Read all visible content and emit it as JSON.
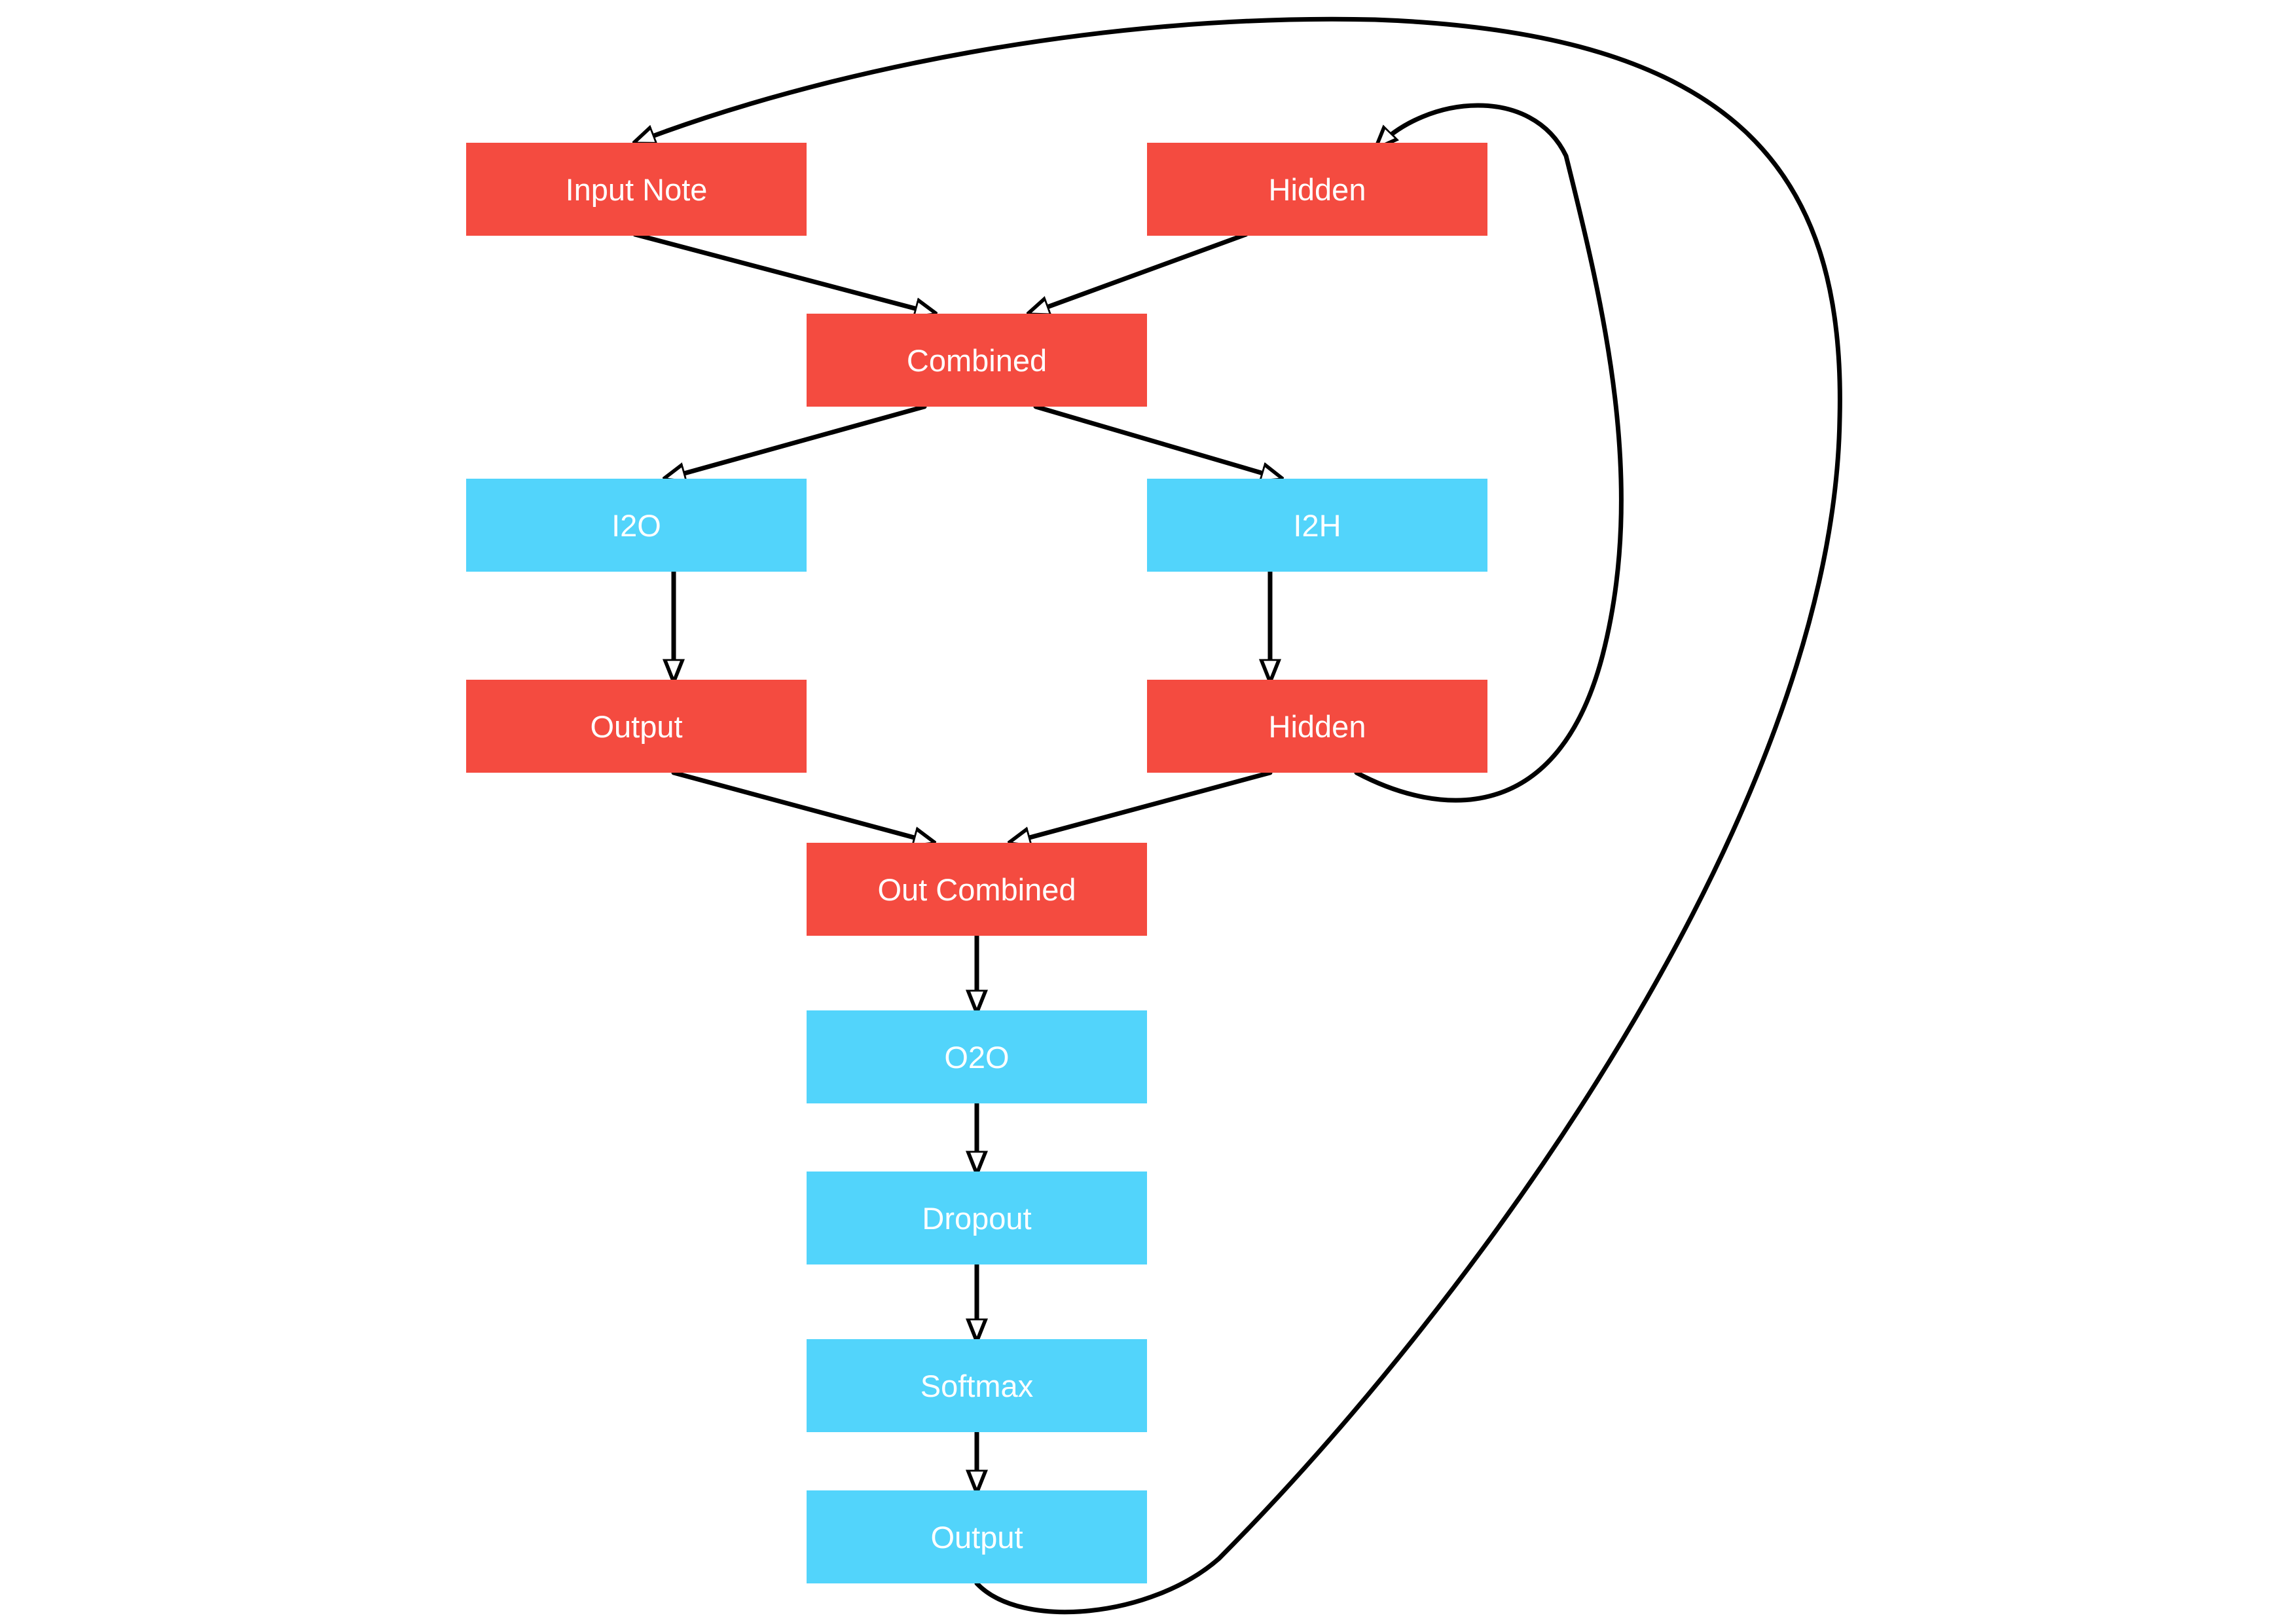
{
  "colors": {
    "tensor": "#F44B40",
    "layer": "#52D4FB",
    "edge": "#000000",
    "text": "#FFFFFF"
  },
  "nodes": {
    "input_note": "Input Note",
    "hidden_top": "Hidden",
    "combined": "Combined",
    "i2o": "I2O",
    "i2h": "I2H",
    "output_red": "Output",
    "hidden_mid": "Hidden",
    "out_combined": "Out Combined",
    "o2o": "O2O",
    "dropout": "Dropout",
    "softmax": "Softmax",
    "output_final": "Output"
  },
  "edges": [
    {
      "from": "Input Note",
      "to": "Combined"
    },
    {
      "from": "Hidden",
      "to": "Combined"
    },
    {
      "from": "Combined",
      "to": "I2O"
    },
    {
      "from": "Combined",
      "to": "I2H"
    },
    {
      "from": "I2O",
      "to": "Output"
    },
    {
      "from": "I2H",
      "to": "Hidden"
    },
    {
      "from": "Output",
      "to": "Out Combined"
    },
    {
      "from": "Hidden",
      "to": "Out Combined"
    },
    {
      "from": "Hidden",
      "to": "Hidden",
      "note": "recurrent"
    },
    {
      "from": "Out Combined",
      "to": "O2O"
    },
    {
      "from": "O2O",
      "to": "Dropout"
    },
    {
      "from": "Dropout",
      "to": "Softmax"
    },
    {
      "from": "Softmax",
      "to": "Output"
    },
    {
      "from": "Output",
      "to": "Input Note",
      "note": "feedback"
    }
  ]
}
